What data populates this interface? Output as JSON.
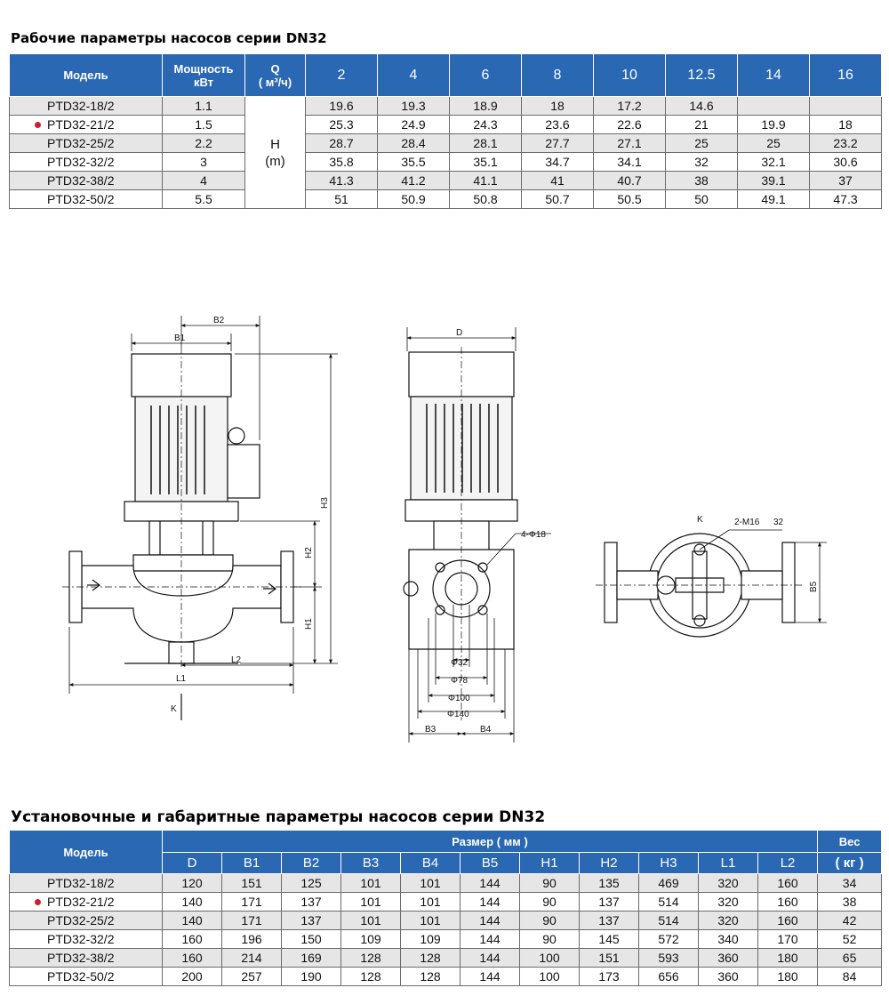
{
  "performance": {
    "title": "Рабочие параметры насосов серии DN32",
    "header": {
      "model": "Модель",
      "power": "Мощность кВт",
      "q_top": "Q",
      "q_unit": "( м³/ч)",
      "flows": [
        "2",
        "4",
        "6",
        "8",
        "10",
        "12.5",
        "14",
        "16"
      ]
    },
    "head_label": "H",
    "head_unit": "(m)",
    "rows": [
      {
        "model": "PTD32-18/2",
        "power": "1.1",
        "marked": false,
        "h": [
          "19.6",
          "19.3",
          "18.9",
          "18",
          "17.2",
          "14.6",
          "",
          ""
        ]
      },
      {
        "model": "PTD32-21/2",
        "power": "1.5",
        "marked": true,
        "h": [
          "25.3",
          "24.9",
          "24.3",
          "23.6",
          "22.6",
          "21",
          "19.9",
          "18"
        ]
      },
      {
        "model": "PTD32-25/2",
        "power": "2.2",
        "marked": false,
        "h": [
          "28.7",
          "28.4",
          "28.1",
          "27.7",
          "27.1",
          "25",
          "25",
          "23.2"
        ]
      },
      {
        "model": "PTD32-32/2",
        "power": "3",
        "marked": false,
        "h": [
          "35.8",
          "35.5",
          "35.1",
          "34.7",
          "34.1",
          "32",
          "32.1",
          "30.6"
        ]
      },
      {
        "model": "PTD32-38/2",
        "power": "4",
        "marked": false,
        "h": [
          "41.3",
          "41.2",
          "41.1",
          "41",
          "40.7",
          "38",
          "39.1",
          "37"
        ]
      },
      {
        "model": "PTD32-50/2",
        "power": "5.5",
        "marked": false,
        "h": [
          "51",
          "50.9",
          "50.8",
          "50.7",
          "50.5",
          "50",
          "49.1",
          "47.3"
        ]
      }
    ]
  },
  "drawing_labels": {
    "b1": "B1",
    "b2": "B2",
    "h1": "H1",
    "h2": "H2",
    "h3": "H3",
    "l1": "L1",
    "l2": "L2",
    "k_side": "K",
    "d": "D",
    "holes": "4-Φ18",
    "d32": "Φ32",
    "d78": "Φ78",
    "d100": "Φ100",
    "d140": "Φ140",
    "b3": "B3",
    "b4": "B4",
    "k_top": "K",
    "bolt": "2-M16",
    "bolt_len": "32",
    "b5": "B5"
  },
  "dimensions": {
    "title": "Установочные и габаритные параметры насосов серии DN32",
    "header": {
      "model": "Модель",
      "size": "Размер  ( мм )",
      "weight": "Вес",
      "weight_unit": "( кг )",
      "cols": [
        "D",
        "B1",
        "B2",
        "B3",
        "B4",
        "B5",
        "H1",
        "H2",
        "H3",
        "L1",
        "L2"
      ]
    },
    "rows": [
      {
        "model": "PTD32-18/2",
        "marked": false,
        "v": [
          "120",
          "151",
          "125",
          "101",
          "101",
          "144",
          "90",
          "135",
          "469",
          "320",
          "160"
        ],
        "w": "34"
      },
      {
        "model": "PTD32-21/2",
        "marked": true,
        "v": [
          "140",
          "171",
          "137",
          "101",
          "101",
          "144",
          "90",
          "137",
          "514",
          "320",
          "160"
        ],
        "w": "38"
      },
      {
        "model": "PTD32-25/2",
        "marked": false,
        "v": [
          "140",
          "171",
          "137",
          "101",
          "101",
          "144",
          "90",
          "137",
          "514",
          "320",
          "160"
        ],
        "w": "42"
      },
      {
        "model": "PTD32-32/2",
        "marked": false,
        "v": [
          "160",
          "196",
          "150",
          "109",
          "109",
          "144",
          "90",
          "145",
          "572",
          "340",
          "170"
        ],
        "w": "52"
      },
      {
        "model": "PTD32-38/2",
        "marked": false,
        "v": [
          "160",
          "214",
          "169",
          "128",
          "128",
          "144",
          "100",
          "151",
          "593",
          "360",
          "180"
        ],
        "w": "65"
      },
      {
        "model": "PTD32-50/2",
        "marked": false,
        "v": [
          "200",
          "257",
          "190",
          "128",
          "128",
          "144",
          "100",
          "173",
          "656",
          "360",
          "180"
        ],
        "w": "84"
      }
    ]
  },
  "colors": {
    "header_blue": "#2b68b4",
    "row_stripe": "#e6e6e6",
    "marker_red": "#d41c2b"
  }
}
